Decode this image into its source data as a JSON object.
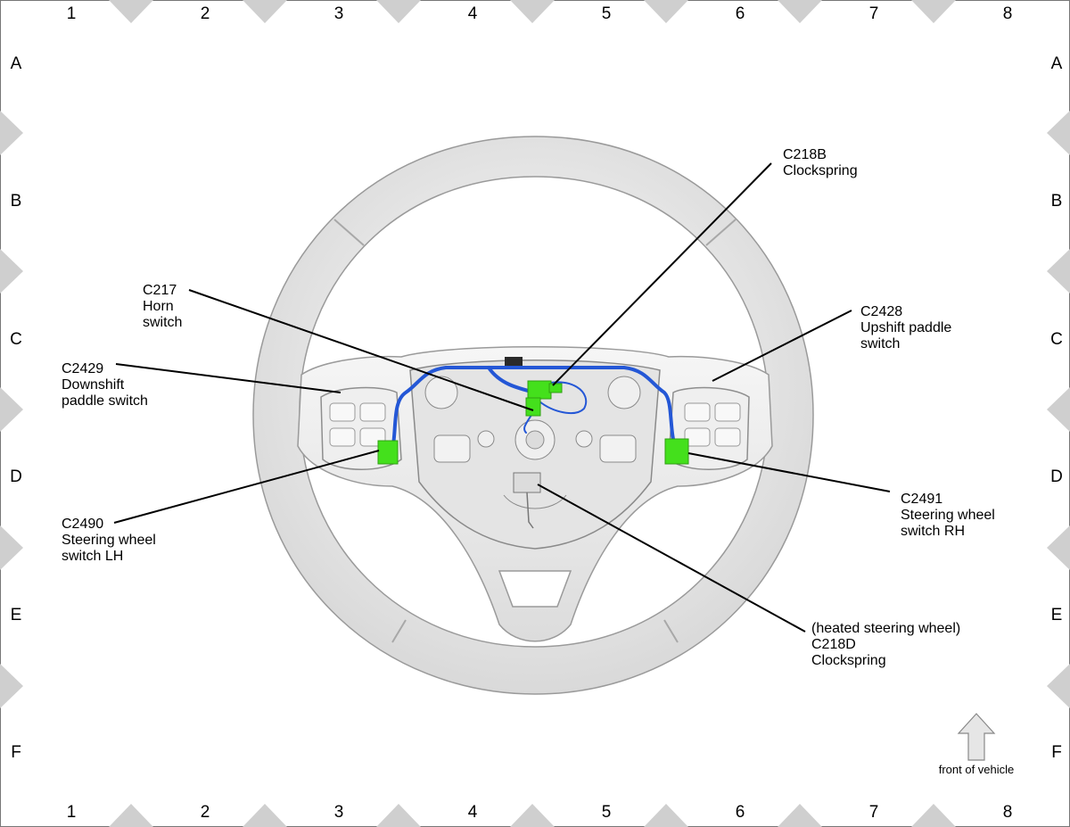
{
  "grid": {
    "columns": [
      "1",
      "2",
      "3",
      "4",
      "5",
      "6",
      "7",
      "8"
    ],
    "rows": [
      "A",
      "B",
      "C",
      "D",
      "E",
      "F"
    ]
  },
  "callouts": {
    "c218b": [
      "C218B",
      "Clockspring"
    ],
    "c217": [
      "C217",
      "Horn",
      "switch"
    ],
    "c2428": [
      "C2428",
      "Upshift paddle",
      "switch"
    ],
    "c2429": [
      "C2429",
      "Downshift",
      "paddle switch"
    ],
    "c2491": [
      "C2491",
      "Steering wheel",
      "switch RH"
    ],
    "c2490": [
      "C2490",
      "Steering wheel",
      "switch LH"
    ],
    "c218d": [
      "(heated steering wheel)",
      "C218D",
      "Clockspring"
    ]
  },
  "orientation": {
    "label": "front of vehicle"
  },
  "colors": {
    "connector": "#44e01c",
    "harness": "#2457d6",
    "frame_marker": "#cfcfcf",
    "wheel_fill": "#e8e8e8"
  }
}
